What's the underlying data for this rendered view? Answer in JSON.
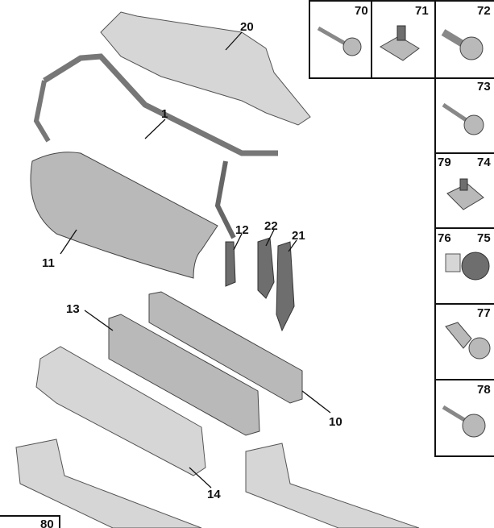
{
  "diagram": {
    "callouts": {
      "c1": "1",
      "c10": "10",
      "c11": "11",
      "c12": "12",
      "c13": "13",
      "c14": "14",
      "c20": "20",
      "c21": "21",
      "c22": "22"
    },
    "fastener_boxes": {
      "b70": "70",
      "b71": "71",
      "b72": "72",
      "b73": "73",
      "b79": "79",
      "b74": "74",
      "b76": "76",
      "b75": "75",
      "b77": "77",
      "b78": "78",
      "b80": "80"
    }
  }
}
